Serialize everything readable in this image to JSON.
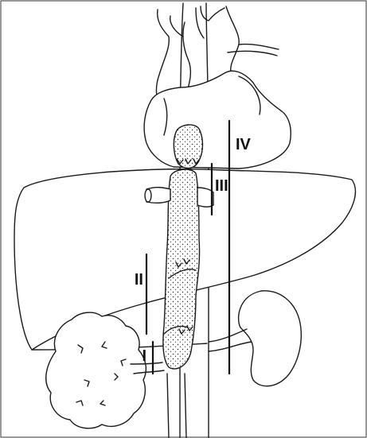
{
  "figure": {
    "level_labels": {
      "level_1": "I",
      "level_2": "II",
      "level_3": "III",
      "level_4": "IV"
    },
    "colors": {
      "ink": "#1a1a1a",
      "background": "#ffffff"
    }
  }
}
